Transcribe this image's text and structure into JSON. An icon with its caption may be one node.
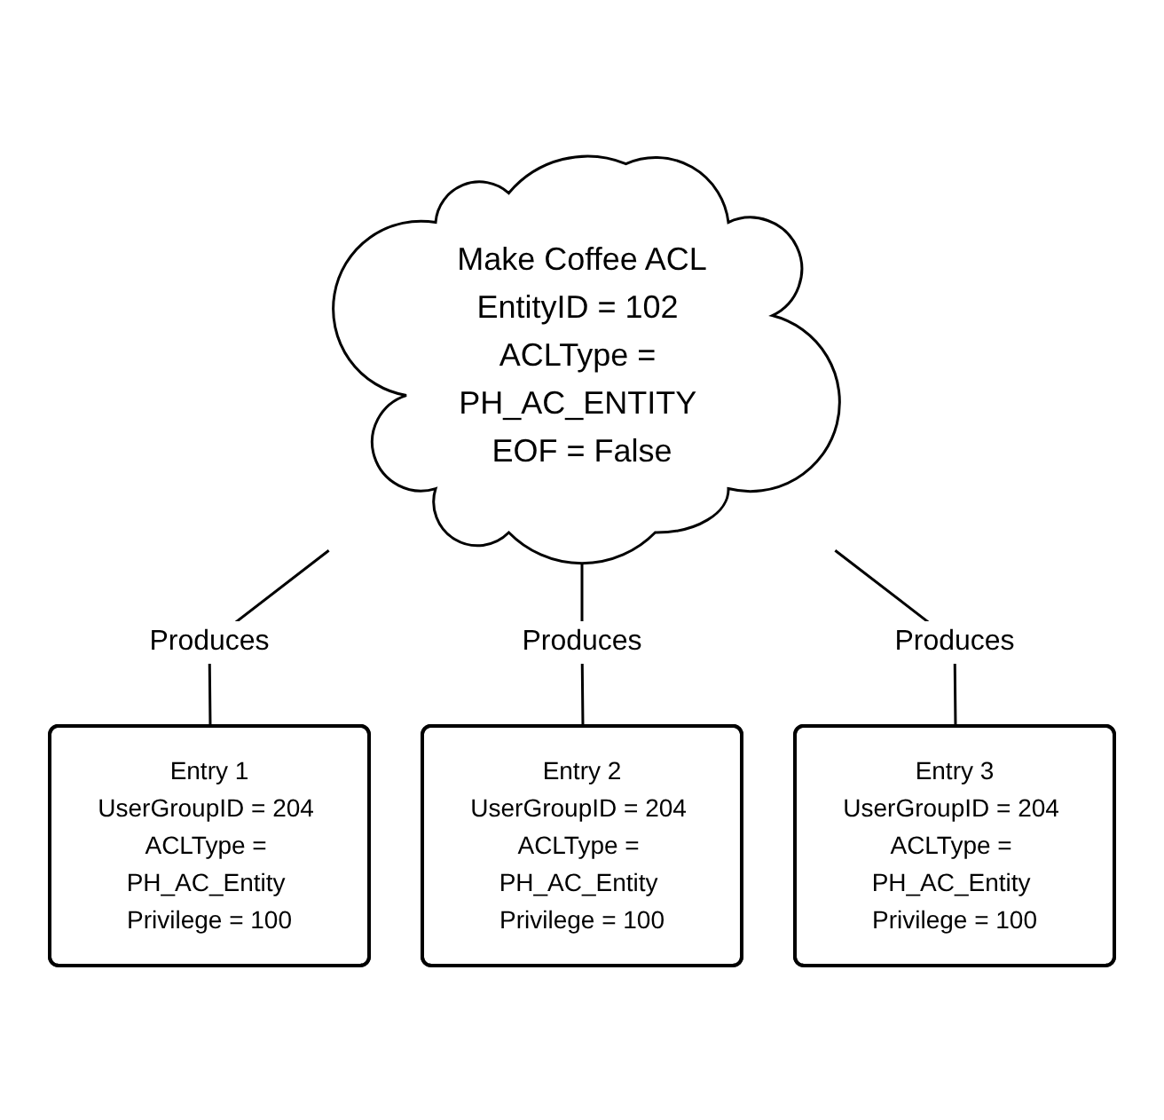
{
  "diagram": {
    "nodes": [
      {
        "text": [
          "Make Coffee ACL",
          "EntityID = 102 ACLType = PH_AC_ENTITY EOF = False"
        ]
      },
      {
        "text": [
          "Entry 1",
          "UserGroupID = 204 ACLType = PH_AC_Entity Privilege = 100"
        ]
      },
      {
        "text": [
          "Entry 2",
          "UserGroupID = 204 ACLType = PH_AC_Entity Privilege = 100"
        ]
      },
      {
        "text": [
          "Entry 3",
          "UserGroupID = 204 ACLType = PH_AC_Entity Privilege = 100"
        ]
      }
    ],
    "edges": [
      {
        "from": 0,
        "to": 1,
        "label": "Produces",
        "arrow": "none"
      },
      {
        "from": 0,
        "to": 2,
        "label": "Produces",
        "arrow": "none"
      },
      {
        "from": 0,
        "to": 3,
        "label": "Produces",
        "arrow": "none"
      }
    ]
  }
}
